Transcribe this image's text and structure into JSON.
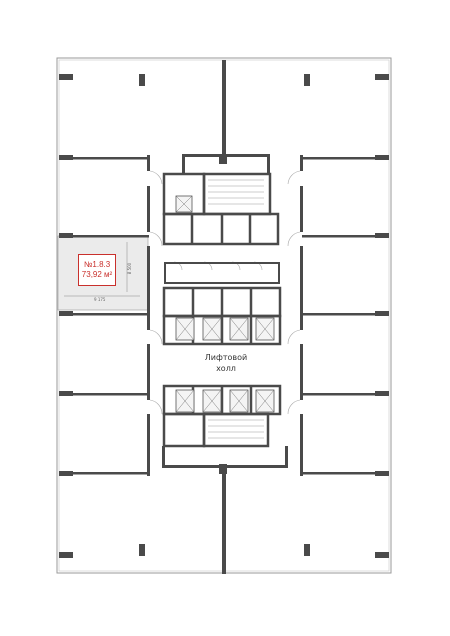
{
  "unit": {
    "number": "№1.8.3",
    "area": "73,92 м²",
    "dim_width": "9 175",
    "dim_height": "8 500",
    "highlight_color": "#c9302c"
  },
  "core": {
    "hall_line1": "Лифтовой",
    "hall_line2": "холл"
  },
  "colors": {
    "wall": "#4a4a4a",
    "outline": "#8a8a8a",
    "fill_selected": "#ebebeb"
  }
}
